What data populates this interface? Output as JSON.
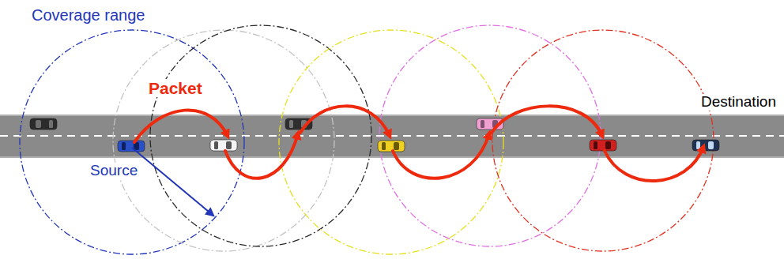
{
  "diagram": {
    "labels": [
      "Coverage range",
      "Packet",
      "Source",
      "Destination"
    ]
  }
}
